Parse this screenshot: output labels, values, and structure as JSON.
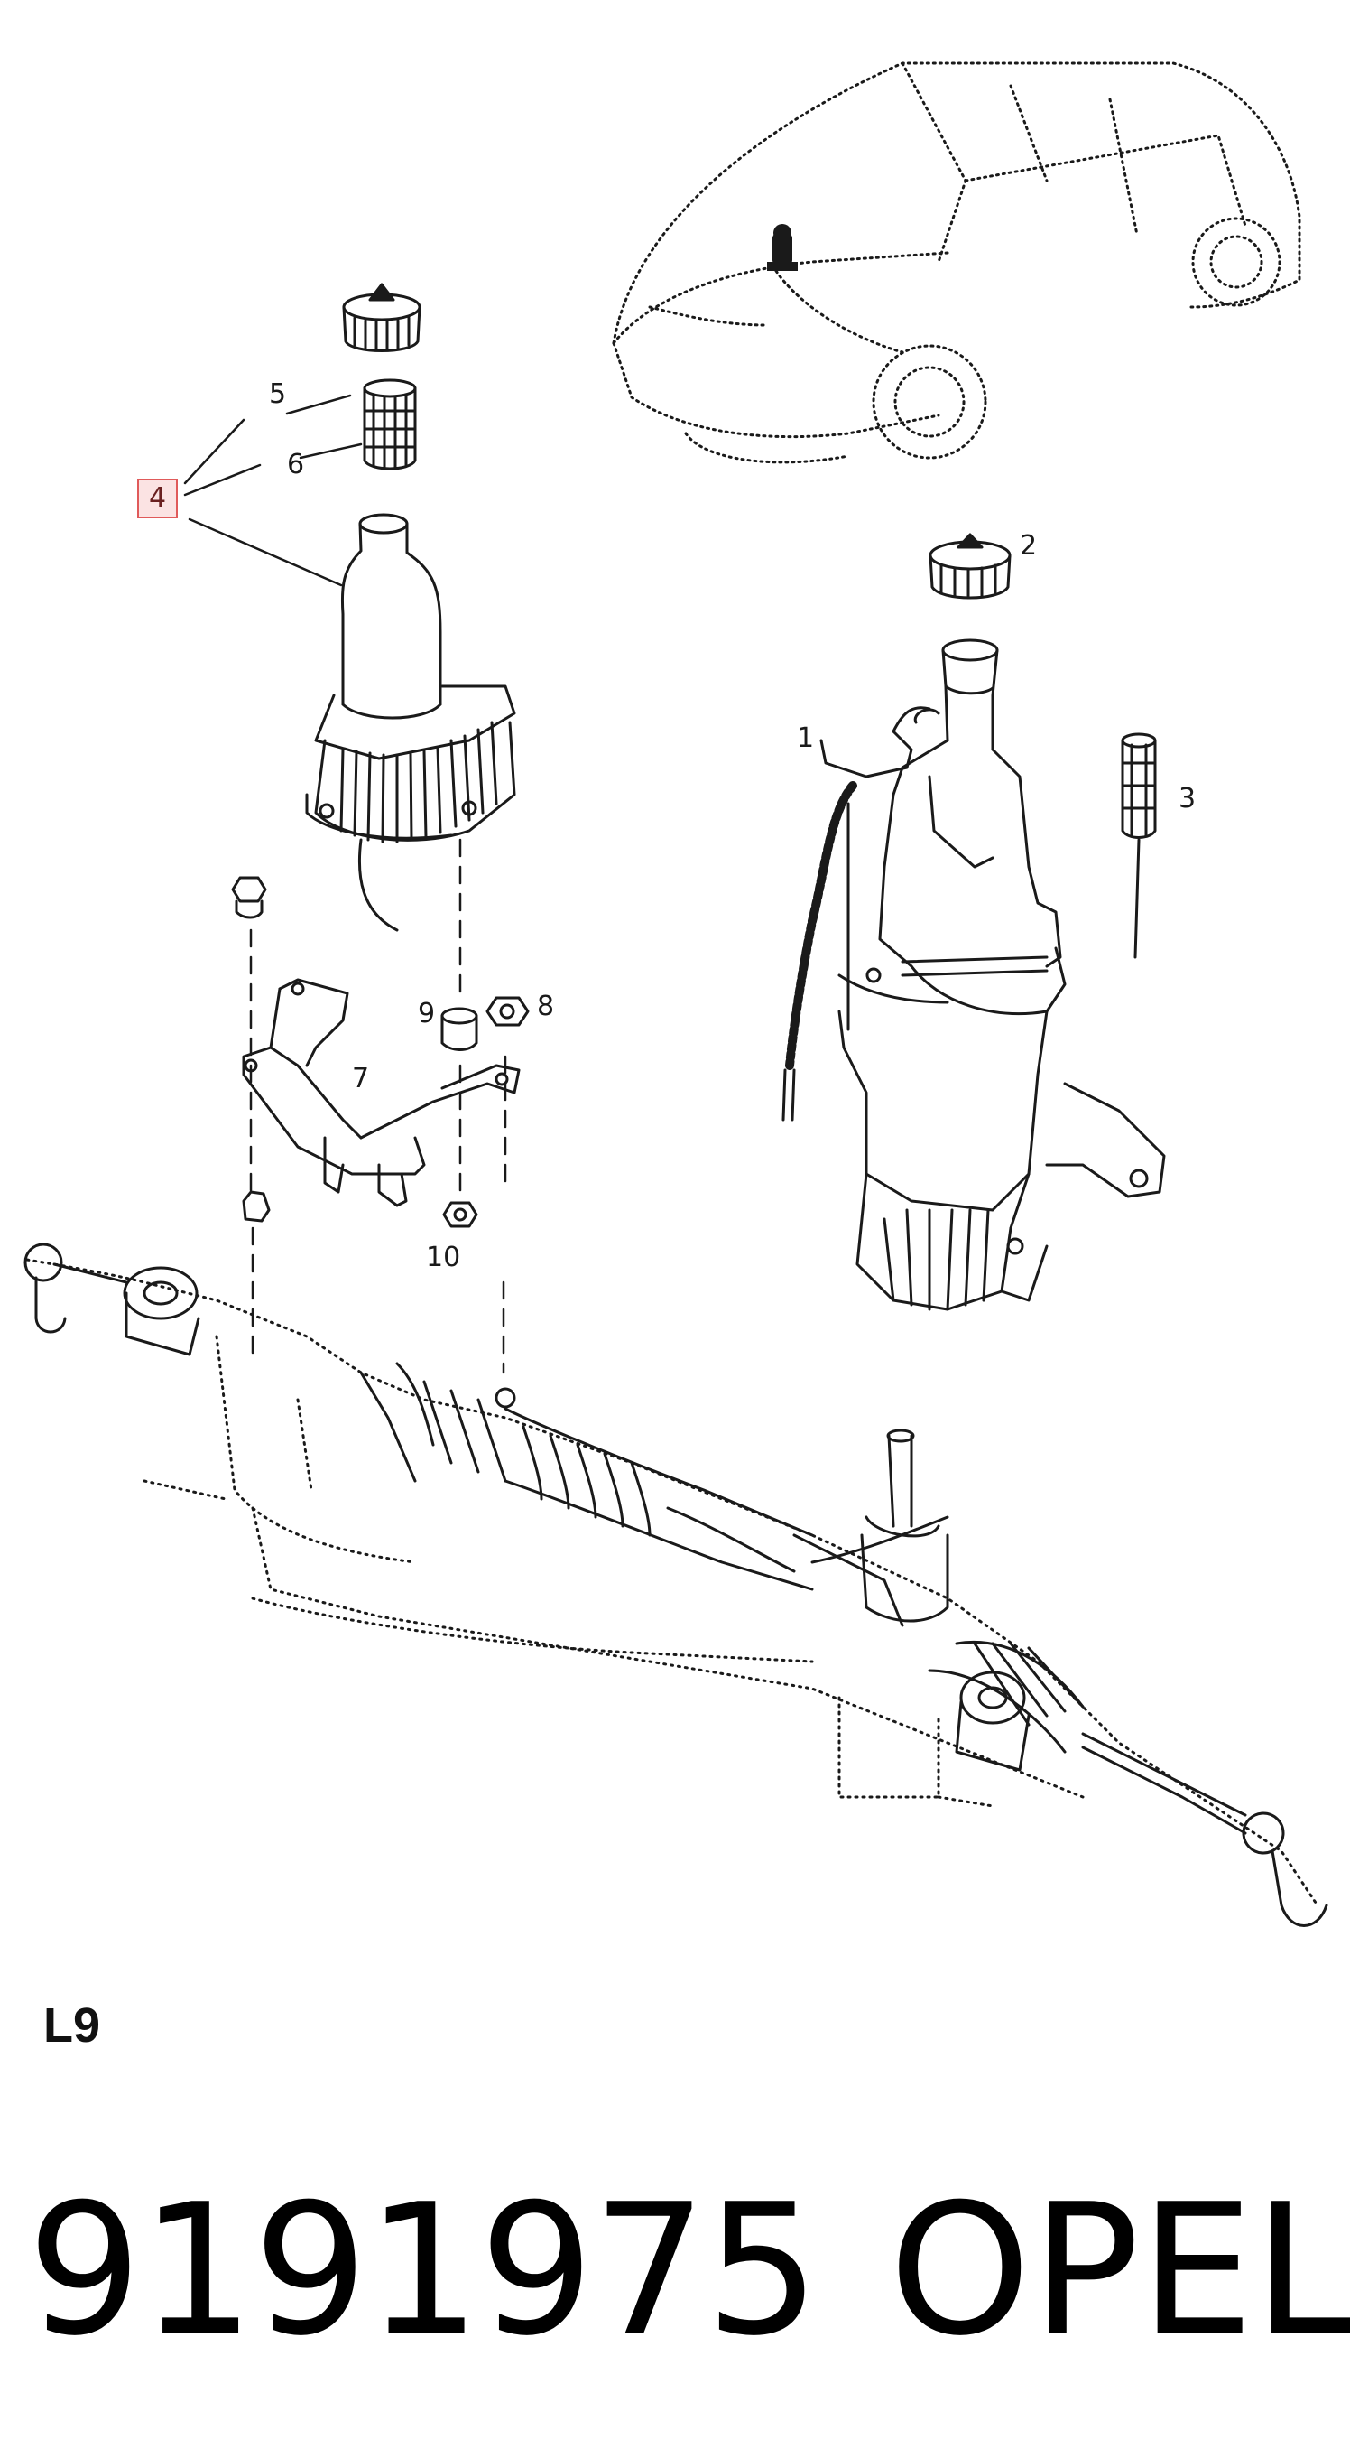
{
  "callouts": {
    "c1": "1",
    "c2": "2",
    "c3": "3",
    "c4": "4",
    "c5": "5",
    "c6": "6",
    "c7": "7",
    "c8": "8",
    "c9": "9",
    "c10": "10"
  },
  "sheet_code": "L9",
  "part_number": "9191975",
  "brand": "OPEL",
  "colors": {
    "highlight_border": "#e05a5a",
    "highlight_fill": "#fbe3e3",
    "line": "#1a1a1a"
  }
}
